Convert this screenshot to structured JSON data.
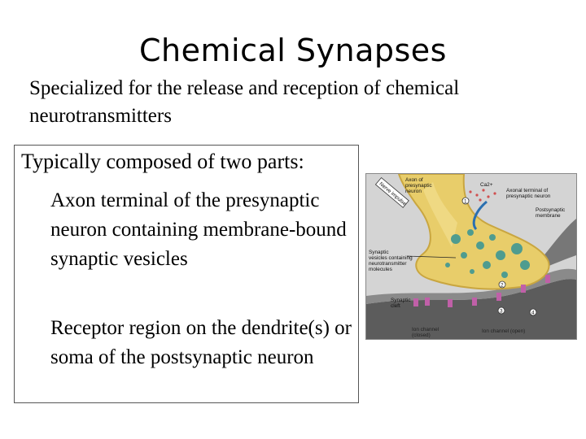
{
  "slide": {
    "title": "Chemical Synapses",
    "intro": "Specialized for the release and reception of chemical neurotransmitters",
    "box_heading": "Typically composed of two parts:",
    "points": [
      "Axon terminal of the presynaptic neuron containing membrane-bound synaptic vesicles",
      "Receptor region on the dendrite(s) or soma of the postsynaptic neuron"
    ]
  },
  "figure": {
    "labels": {
      "nerve_impulse": "Nerve impulse",
      "axon_presyn_1": "Axon of",
      "axon_presyn_2": "presynaptic",
      "axon_presyn_3": "neuron",
      "calcium": "Ca2+",
      "axonal_terminal_1": "Axonal terminal of",
      "axonal_terminal_2": "presynaptic neuron",
      "postsyn_membrane_1": "Postsynaptic",
      "postsyn_membrane_2": "membrane",
      "vesicles_1": "Synaptic",
      "vesicles_2": "vesicles containing",
      "vesicles_3": "neurotransmitter",
      "vesicles_4": "molecules",
      "cleft_1": "Synaptic",
      "cleft_2": "cleft",
      "ion_closed_1": "Ion channel",
      "ion_closed_2": "(closed)",
      "ion_open": "Ion channel (open)"
    },
    "steps": [
      "1",
      "2",
      "3",
      "4"
    ],
    "colors": {
      "terminal": "#e8cd6a",
      "postsynaptic": "#5c5c5c",
      "vesicle": "#4f9c8f",
      "background": "#d4d4d4"
    }
  }
}
